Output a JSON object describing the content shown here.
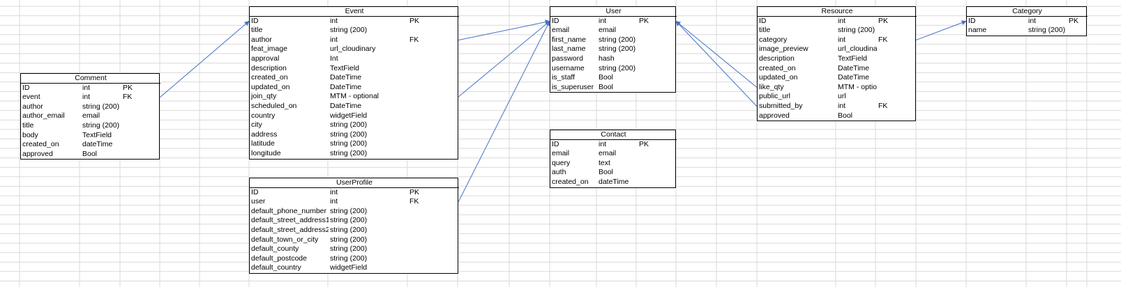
{
  "tables": [
    {
      "id": "comment",
      "title": "Comment",
      "rows": [
        [
          "ID",
          "int",
          "PK"
        ],
        [
          "event",
          "int",
          "FK"
        ],
        [
          "author",
          "string (200)",
          ""
        ],
        [
          "author_email",
          "email",
          ""
        ],
        [
          "title",
          "string (200)",
          ""
        ],
        [
          "body",
          "TextField",
          ""
        ],
        [
          "created_on",
          "dateTime",
          ""
        ],
        [
          "approved",
          "Bool",
          ""
        ]
      ]
    },
    {
      "id": "event",
      "title": "Event",
      "rows": [
        [
          "ID",
          "int",
          "PK"
        ],
        [
          "title",
          "string (200)",
          ""
        ],
        [
          "author",
          "int",
          "FK"
        ],
        [
          "feat_image",
          "url_cloudinary",
          ""
        ],
        [
          "approval",
          "Int",
          ""
        ],
        [
          "description",
          "TextField",
          ""
        ],
        [
          "created_on",
          "DateTime",
          ""
        ],
        [
          "updated_on",
          "DateTime",
          ""
        ],
        [
          "join_qty",
          "MTM - optional",
          ""
        ],
        [
          "scheduled_on",
          "DateTime",
          ""
        ],
        [
          "country",
          "widgetField",
          ""
        ],
        [
          "city",
          "string (200)",
          ""
        ],
        [
          "address",
          "string (200)",
          ""
        ],
        [
          "latitude",
          "string (200)",
          ""
        ],
        [
          "longitude",
          "string (200)",
          ""
        ]
      ]
    },
    {
      "id": "userprofile",
      "title": "UserProfile",
      "rows": [
        [
          "ID",
          "int",
          "PK"
        ],
        [
          "user",
          "int",
          "FK"
        ],
        [
          "default_phone_number",
          "string (200)",
          ""
        ],
        [
          "default_street_address1",
          "string (200)",
          ""
        ],
        [
          "default_street_address2",
          "string (200)",
          ""
        ],
        [
          "default_town_or_city",
          "string (200)",
          ""
        ],
        [
          "default_county",
          "string (200)",
          ""
        ],
        [
          "default_postcode",
          "string (200)",
          ""
        ],
        [
          "default_country",
          "widgetField",
          ""
        ]
      ]
    },
    {
      "id": "user",
      "title": "User",
      "rows": [
        [
          "ID",
          "int",
          "PK"
        ],
        [
          "email",
          "email",
          ""
        ],
        [
          "first_name",
          "string (200)",
          ""
        ],
        [
          "last_name",
          "string (200)",
          ""
        ],
        [
          "password",
          "hash",
          ""
        ],
        [
          "username",
          "string (200)",
          ""
        ],
        [
          "is_staff",
          "Bool",
          ""
        ],
        [
          "is_superuser",
          "Bool",
          ""
        ]
      ]
    },
    {
      "id": "contact",
      "title": "Contact",
      "rows": [
        [
          "ID",
          "int",
          "PK"
        ],
        [
          "email",
          "email",
          ""
        ],
        [
          "query",
          "text",
          ""
        ],
        [
          "auth",
          "Bool",
          ""
        ],
        [
          "created_on",
          "dateTime",
          ""
        ]
      ]
    },
    {
      "id": "resource",
      "title": "Resource",
      "rows": [
        [
          "ID",
          "int",
          "PK"
        ],
        [
          "title",
          "string (200)",
          ""
        ],
        [
          "category",
          "int",
          "FK"
        ],
        [
          "image_preview",
          "url_cloudinary",
          ""
        ],
        [
          "description",
          "TextField",
          ""
        ],
        [
          "created_on",
          "DateTime",
          ""
        ],
        [
          "updated_on",
          "DateTime",
          ""
        ],
        [
          "like_qty",
          "MTM - optional",
          ""
        ],
        [
          "public_url",
          "url",
          ""
        ],
        [
          "submitted_by",
          "int",
          "FK"
        ],
        [
          "approved",
          "Bool",
          ""
        ]
      ]
    },
    {
      "id": "category",
      "title": "Category",
      "rows": [
        [
          "ID",
          "int",
          "PK"
        ],
        [
          "name",
          "string (200)",
          ""
        ]
      ]
    }
  ],
  "relations": [
    {
      "from": "comment.event",
      "to": "event.ID"
    },
    {
      "from": "event.author",
      "to": "user.ID"
    },
    {
      "from": "event.join_qty",
      "to": "user.ID"
    },
    {
      "from": "userprofile.user",
      "to": "user.ID"
    },
    {
      "from": "resource.like_qty",
      "to": "user.ID"
    },
    {
      "from": "resource.submitted_by",
      "to": "user.ID"
    },
    {
      "from": "resource.category",
      "to": "category.ID"
    }
  ],
  "colors": {
    "arrow": "#4472c4",
    "grid": "#d9d9d9",
    "border": "#000000"
  }
}
